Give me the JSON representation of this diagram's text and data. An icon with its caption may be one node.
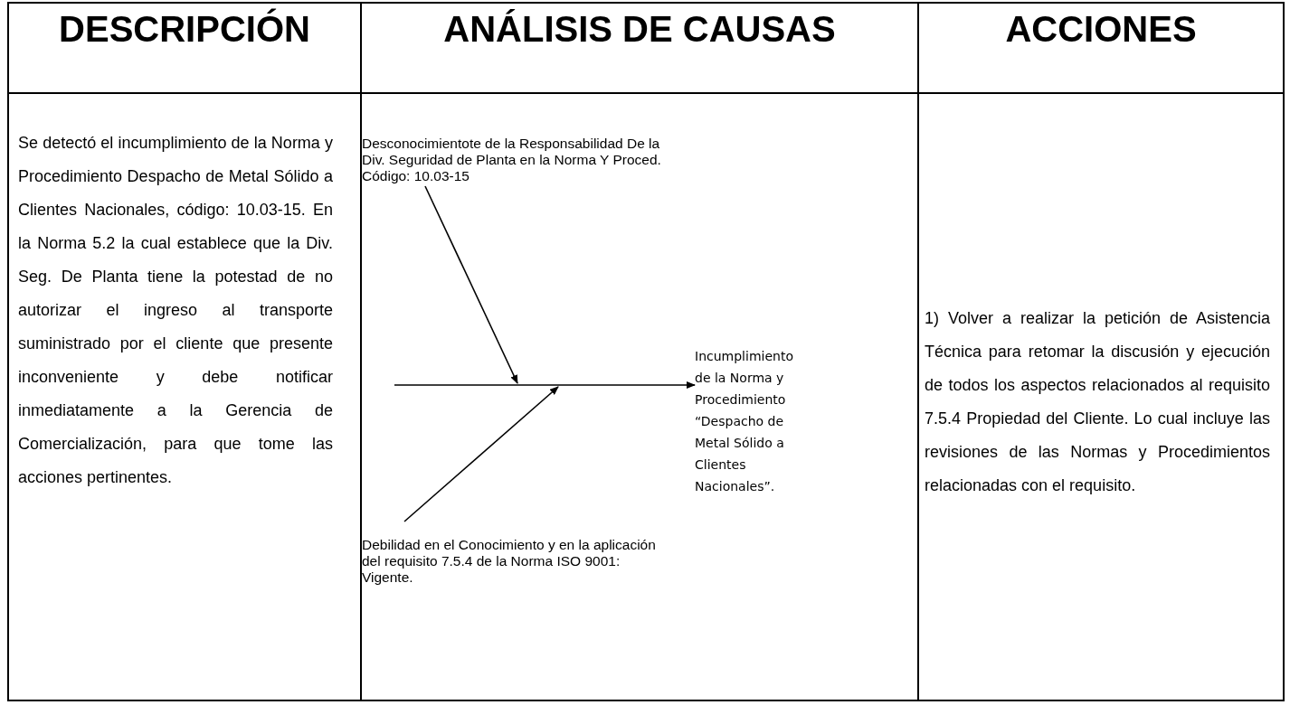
{
  "diagram": {
    "nodes": [
      {
        "text": [
          "DESCRIPCIÓN",
          "Se detectó el incumplimiento de la Norma y Procedimiento Despacho de Metal Sólido a Clientes Nacionales, código: 10.03-15. En la Norma 5.2 la cual establece que la Div. Seg. De Planta tiene la potestad de no autorizar el ingreso al transporte suministrado por el cliente que presente inconveniente y debe notificar inmediatamente a la Gerencia de Comercialización, para que tome las acciones pertinentes."
        ]
      },
      {
        "text": [
          "ANÁLISIS DE CAUSAS"
        ]
      },
      {
        "text": [
          "Desconocimientote de la Responsabilidad De la Div. Seguridad de Planta en la Norma Y Proced. Código: 10.03-15"
        ],
        "in": 1
      },
      {
        "text": [
          "Debilidad en el Conocimiento y en la aplicación del requisito 7.5.4 de la Norma ISO 9001: Vigente."
        ],
        "in": 1
      },
      {
        "text": [
          "Incumplimiento de la Norma y Procedimiento “Despacho de Metal Sólido a Clientes Nacionales”."
        ],
        "in": 1
      },
      {
        "text": [
          "ACCIONES",
          "1) Volver a realizar la petición de Asistencia Técnica para retomar la discusión y ejecución de todos los aspectos relacionados al requisito 7.5.4 Propiedad del Cliente. Lo cual incluye las revisiones de las Normas y Procedimientos relacionadas con el requisito."
        ]
      }
    ],
    "edges": [
      {
        "from": 2,
        "to": null,
        "arrow": "to"
      },
      {
        "from": 3,
        "to": null,
        "arrow": "to"
      },
      {
        "from": null,
        "to": 4,
        "arrow": "to"
      }
    ]
  }
}
